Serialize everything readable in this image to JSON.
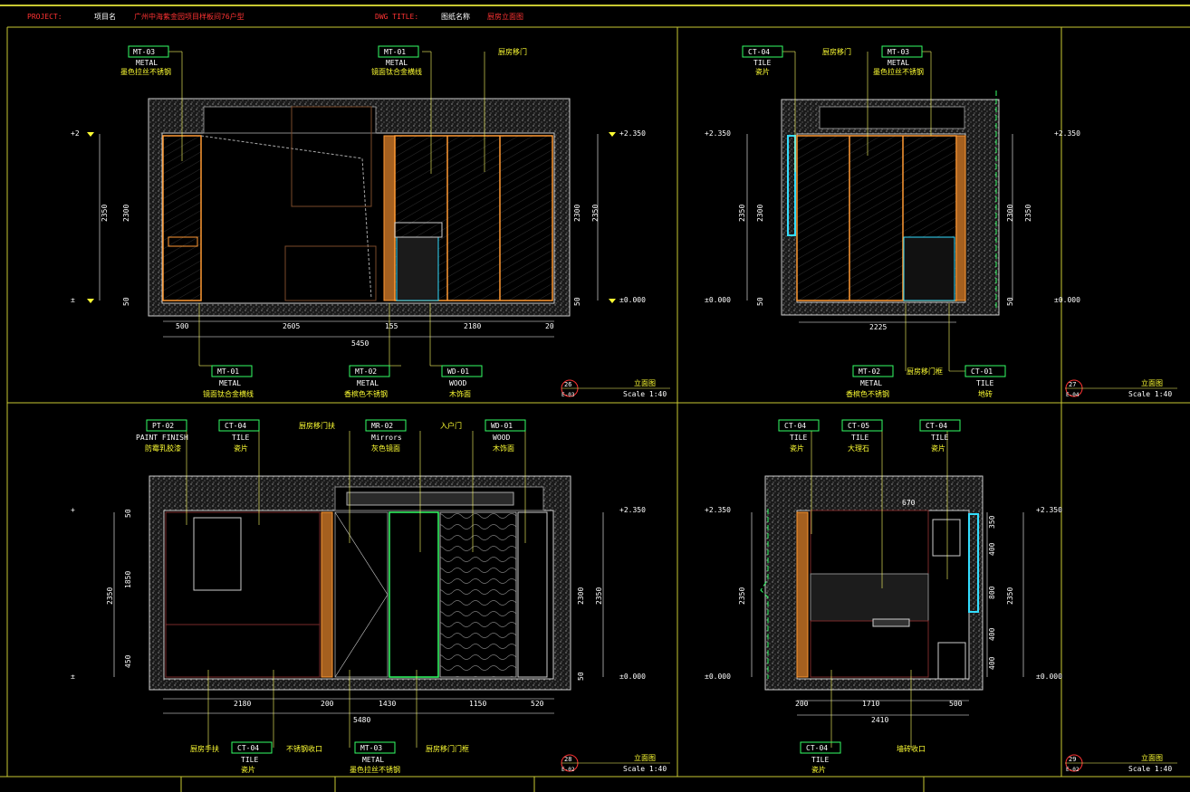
{
  "header": {
    "project_label": "PROJECT:",
    "project_cn": "项目名",
    "project_name": "广州中海紫金园项目样板间76户型",
    "dwg_label": "DWG TITLE:",
    "dwg_cn": "图纸名称",
    "dwg_name": "厨房立面图"
  },
  "views": {
    "v1": {
      "num": "26",
      "ref": "E-03",
      "title": "立面图",
      "scale": "Scale 1:40",
      "tags": {
        "top1": "MT-03",
        "top1_m": "METAL",
        "top1_d": "墨色拉丝不锈钢",
        "top2": "MT-01",
        "top2_m": "METAL",
        "top2_d": "镜面钛合金横线",
        "top3": "厨房移门",
        "b1": "MT-01",
        "b1_m": "METAL",
        "b1_d": "镜面钛合金横线",
        "b2": "MT-02",
        "b2_m": "METAL",
        "b2_d": "香槟色不锈钢",
        "b3": "WD-01",
        "b3_m": "WOOD",
        "b3_d": "木饰面"
      },
      "levels": {
        "top": "+2.350",
        "bottom": "±0.000",
        "top_l": "+2",
        "bot_l": "±"
      },
      "dims": {
        "h1": "2350",
        "h2": "2300",
        "h3": "50",
        "r1": "2300",
        "r2": "2350",
        "r3": "50",
        "d1": "500",
        "d2": "2605",
        "d3": "155",
        "d4": "2180",
        "d5": "20",
        "total": "5450"
      }
    },
    "v2": {
      "num": "27",
      "ref": "E-04",
      "title": "立面图",
      "scale": "Scale 1:40",
      "tags": {
        "t1": "CT-04",
        "t1_m": "TILE",
        "t1_d": "瓷片",
        "t2": "厨房移门",
        "t3": "MT-03",
        "t3_m": "METAL",
        "t3_d": "墨色拉丝不锈钢",
        "b1": "MT-02",
        "b1_m": "METAL",
        "b1_d": "香槟色不锈钢",
        "b2": "厨房移门框",
        "b3": "CT-01",
        "b3_m": "TILE",
        "b3_d": "地砖"
      },
      "levels": {
        "top": "+2.350",
        "bottom": "±0.000"
      },
      "dims": {
        "h1": "2350",
        "h2": "2300",
        "h3": "50",
        "r1": "2300",
        "r2": "2350",
        "r3": "50",
        "w": "2225"
      }
    },
    "v3": {
      "num": "28",
      "ref": "E-02",
      "title": "立面图",
      "scale": "Scale 1:40",
      "tags": {
        "t1": "PT-02",
        "t1_m": "PAINT FINISH",
        "t1_d": "防霉乳胶漆",
        "t2": "CT-04",
        "t2_m": "TILE",
        "t2_d": "瓷片",
        "t3": "厨房移门扶",
        "t4": "MR-02",
        "t4_m": "Mirrors",
        "t4_d": "灰色镜面",
        "t5": "入户门",
        "t6": "WD-01",
        "t6_m": "WOOD",
        "t6_d": "木饰面",
        "b1": "厨房手扶",
        "b2": "CT-04",
        "b2_m": "TILE",
        "b2_d": "瓷片",
        "b3": "不锈钢收口",
        "b4": "MT-03",
        "b4_m": "METAL",
        "b4_d": "墨色拉丝不锈钢",
        "b5": "厨房移门门框"
      },
      "levels": {
        "top": "+2.350",
        "bottom": "±0.000",
        "top_l": "+",
        "bot_l": "±"
      },
      "dims": {
        "h1": "2350",
        "h2": "1850",
        "h3": "450",
        "h4": "50",
        "r1": "2300",
        "r2": "2350",
        "r3": "50",
        "d1": "2180",
        "d2": "200",
        "d3": "1430",
        "d4": "1150",
        "d5": "520",
        "total": "5480"
      }
    },
    "v4": {
      "num": "29",
      "ref": "E-02",
      "title": "立面图",
      "scale": "Scale 1:40",
      "tags": {
        "t1": "CT-04",
        "t1_m": "TILE",
        "t1_d": "瓷片",
        "t2": "CT-05",
        "t2_m": "TILE",
        "t2_d": "大理石",
        "t3": "CT-04",
        "t3_m": "TILE",
        "t3_d": "瓷片",
        "b1": "CT-04",
        "b1_m": "TILE",
        "b1_d": "瓷片",
        "b2": "墙砖收口"
      },
      "levels": {
        "top": "+2.350",
        "bottom": "±0.000"
      },
      "dims": {
        "h1": "2350",
        "w_top": "670",
        "r1": "350",
        "r2": "400",
        "r3": "800",
        "r4": "400",
        "r5": "400",
        "r6": "2350",
        "d1": "200",
        "d2": "1710",
        "d3": "500",
        "total": "2410"
      }
    }
  },
  "colors": {
    "bg": "#000000",
    "frame": "#ffff66",
    "title_red": "#ff3333",
    "green": "#33ff66",
    "orange": "#ff9933",
    "cyan": "#33ddff",
    "white": "#ffffff"
  }
}
